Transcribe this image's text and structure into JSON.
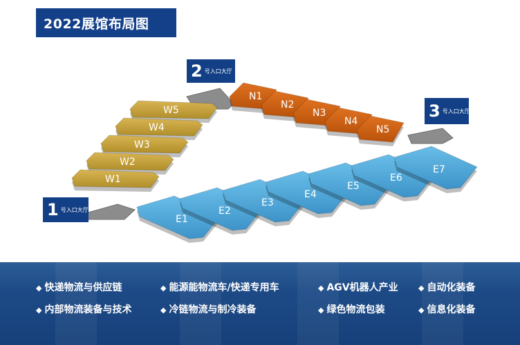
{
  "title": "2022展馆布局图",
  "entrances": [
    {
      "number": "1",
      "label": "号入口大厅"
    },
    {
      "number": "2",
      "label": "号入口大厅"
    },
    {
      "number": "3",
      "label": "号入口大厅"
    }
  ],
  "halls_w": [
    "W1",
    "W2",
    "W3",
    "W4",
    "W5"
  ],
  "halls_n": [
    "N1",
    "N2",
    "N3",
    "N4",
    "N5"
  ],
  "halls_e": [
    "E1",
    "E2",
    "E3",
    "E4",
    "E5",
    "E6",
    "E7"
  ],
  "colors": {
    "title_bg": "#14408a",
    "w_hall": "#c9a63c",
    "n_hall": "#d0640f",
    "e_hall": "#4aa7d9",
    "entrance_pad": "#8c8c8c",
    "band_bg": "#1d4a86"
  },
  "categories": [
    {
      "bullet": "◆",
      "text": "快递物流与供应链"
    },
    {
      "bullet": "◆",
      "text": "能源能物流车/快递专用车"
    },
    {
      "bullet": "◆",
      "text": "AGV机器人产业"
    },
    {
      "bullet": "◆",
      "text": "自动化装备"
    },
    {
      "bullet": "◆",
      "text": "内部物流装备与技术"
    },
    {
      "bullet": "◆",
      "text": "冷链物流与制冷装备"
    },
    {
      "bullet": "◆",
      "text": "绿色物流包装"
    },
    {
      "bullet": "◆",
      "text": "信息化装备"
    }
  ]
}
